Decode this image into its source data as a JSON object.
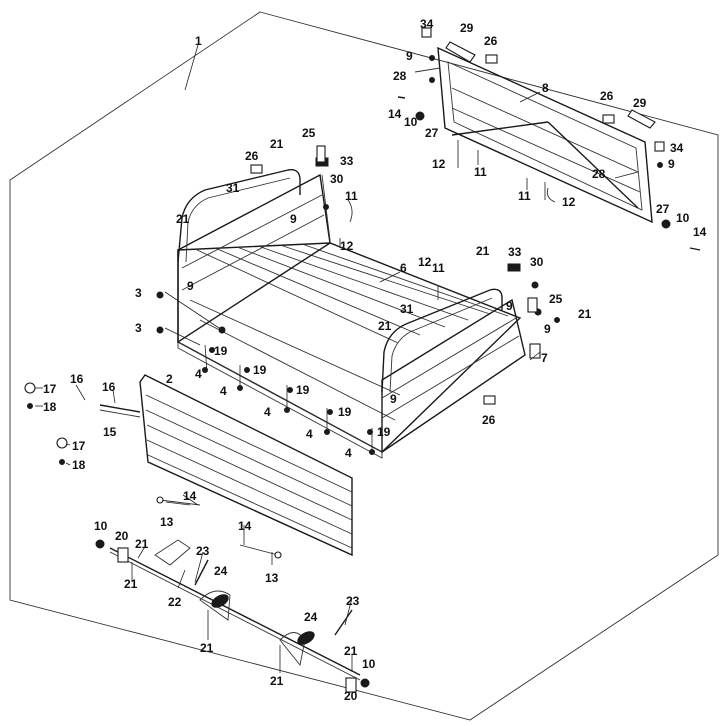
{
  "callouts": {
    "c1": "1",
    "c2": "2",
    "c3a": "3",
    "c3b": "3",
    "c4a": "4",
    "c4b": "4",
    "c4c": "4",
    "c4d": "4",
    "c4e": "4",
    "c6": "6",
    "c7": "7",
    "c8": "8",
    "c9a": "9",
    "c9b": "9",
    "c9c": "9",
    "c9d": "9",
    "c9e": "9",
    "c9f": "9",
    "c9g": "9",
    "c10a": "10",
    "c10b": "10",
    "c10c": "10",
    "c10d": "10",
    "c11a": "11",
    "c11b": "11",
    "c11c": "11",
    "c11d": "11",
    "c12a": "12",
    "c12b": "12",
    "c12c": "12",
    "c12d": "12",
    "c13a": "13",
    "c13b": "13",
    "c14a": "14",
    "c14b": "14",
    "c14c": "14",
    "c14d": "14",
    "c15": "15",
    "c16a": "16",
    "c16b": "16",
    "c17a": "17",
    "c17b": "17",
    "c18a": "18",
    "c18b": "18",
    "c19a": "19",
    "c19b": "19",
    "c19c": "19",
    "c19d": "19",
    "c19e": "19",
    "c20a": "20",
    "c20b": "20",
    "c21a": "21",
    "c21b": "21",
    "c21c": "21",
    "c21d": "21",
    "c21e": "21",
    "c21f": "21",
    "c21g": "21",
    "c21h": "21",
    "c21i": "21",
    "c21j": "21",
    "c22": "22",
    "c23a": "23",
    "c23b": "23",
    "c24a": "24",
    "c24b": "24",
    "c25a": "25",
    "c25b": "25",
    "c26a": "26",
    "c26b": "26",
    "c26c": "26",
    "c26d": "26",
    "c27a": "27",
    "c27b": "27",
    "c28a": "28",
    "c28b": "28",
    "c29a": "29",
    "c29b": "29",
    "c30a": "30",
    "c30b": "30",
    "c31a": "31",
    "c31b": "31",
    "c33a": "33",
    "c33b": "33",
    "c34a": "34",
    "c34b": "34"
  }
}
